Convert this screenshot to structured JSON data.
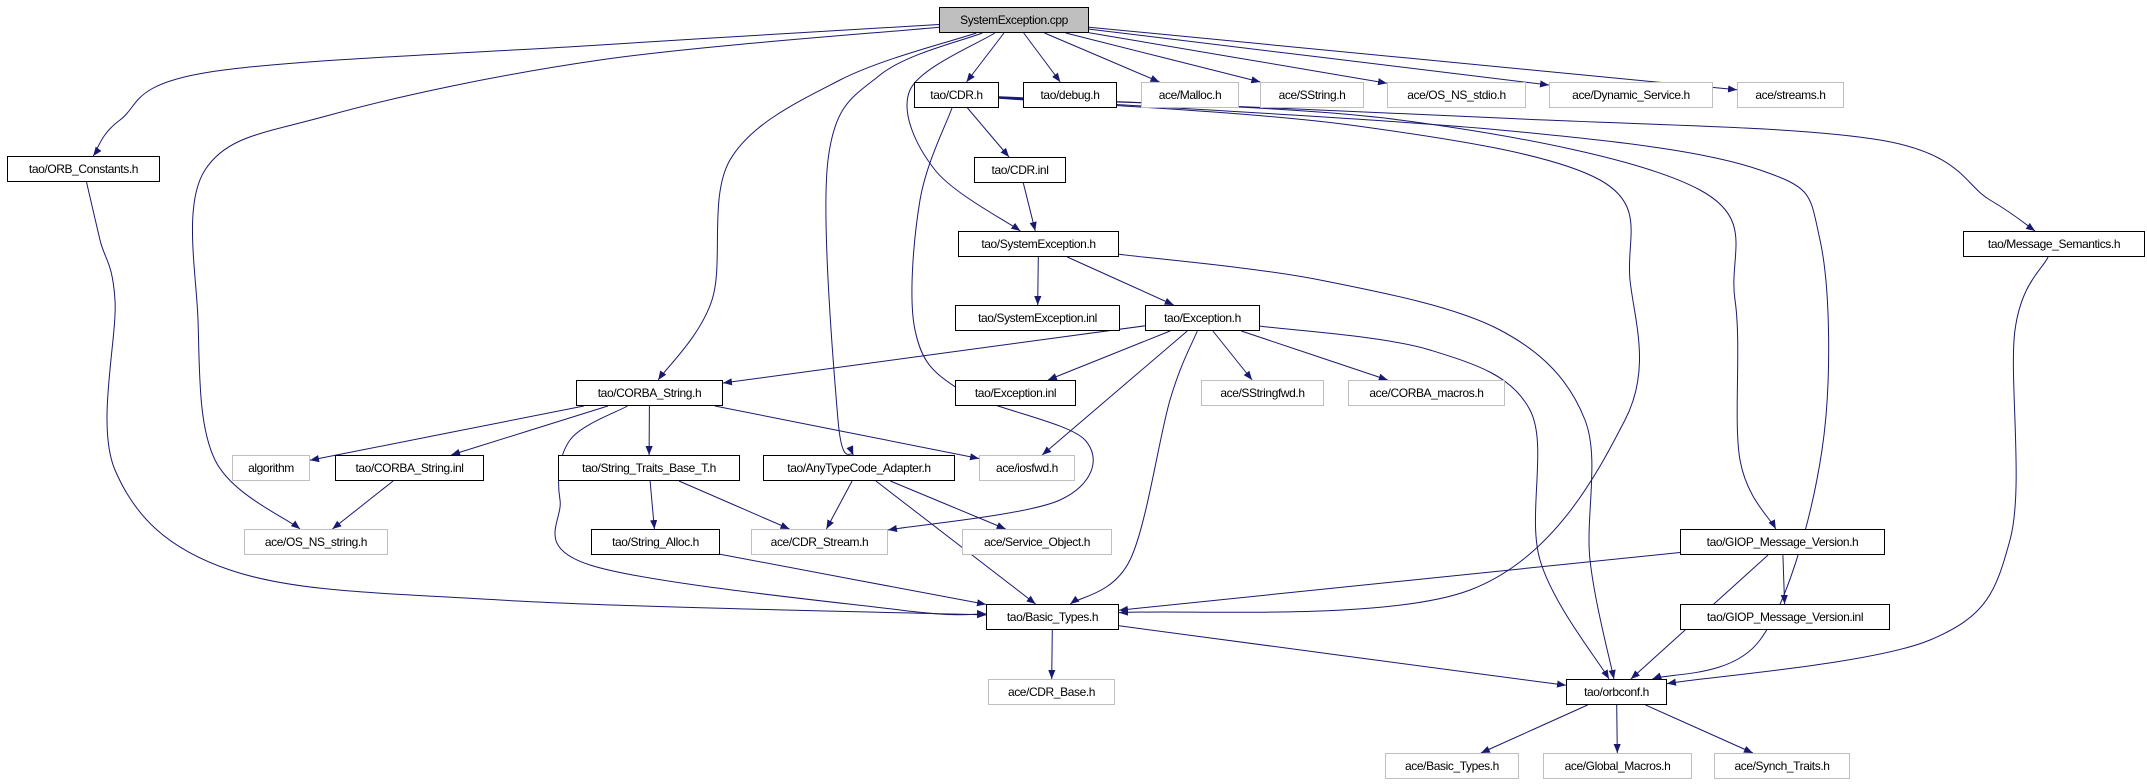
{
  "graph": {
    "root": "cpp",
    "edge_color": "#191970",
    "root_fill": "#bfbfbf",
    "nodes": [
      {
        "id": "cpp",
        "label": "SystemException.cpp",
        "documented": true
      },
      {
        "id": "orb_constants",
        "label": "tao/ORB_Constants.h",
        "documented": true
      },
      {
        "id": "cdr_h",
        "label": "tao/CDR.h",
        "documented": true
      },
      {
        "id": "debug",
        "label": "tao/debug.h",
        "documented": true
      },
      {
        "id": "malloc",
        "label": "ace/Malloc.h",
        "documented": false
      },
      {
        "id": "sstring",
        "label": "ace/SString.h",
        "documented": false
      },
      {
        "id": "os_ns_stdio",
        "label": "ace/OS_NS_stdio.h",
        "documented": false
      },
      {
        "id": "dynamic_service",
        "label": "ace/Dynamic_Service.h",
        "documented": false
      },
      {
        "id": "streams",
        "label": "ace/streams.h",
        "documented": false
      },
      {
        "id": "cdr_inl",
        "label": "tao/CDR.inl",
        "documented": true
      },
      {
        "id": "sysexc_h",
        "label": "tao/SystemException.h",
        "documented": true
      },
      {
        "id": "msg_sem",
        "label": "tao/Message_Semantics.h",
        "documented": true
      },
      {
        "id": "sysexc_inl",
        "label": "tao/SystemException.inl",
        "documented": true
      },
      {
        "id": "exception_h",
        "label": "tao/Exception.h",
        "documented": true
      },
      {
        "id": "corba_string_h",
        "label": "tao/CORBA_String.h",
        "documented": true
      },
      {
        "id": "exception_inl",
        "label": "tao/Exception.inl",
        "documented": true
      },
      {
        "id": "sstringfwd",
        "label": "ace/SStringfwd.h",
        "documented": false
      },
      {
        "id": "corba_macros",
        "label": "ace/CORBA_macros.h",
        "documented": false
      },
      {
        "id": "algorithm",
        "label": "algorithm",
        "documented": false
      },
      {
        "id": "corba_string_inl",
        "label": "tao/CORBA_String.inl",
        "documented": true
      },
      {
        "id": "string_traits",
        "label": "tao/String_Traits_Base_T.h",
        "documented": true
      },
      {
        "id": "anytypecode",
        "label": "tao/AnyTypeCode_Adapter.h",
        "documented": true
      },
      {
        "id": "iosfwd",
        "label": "ace/iosfwd.h",
        "documented": false
      },
      {
        "id": "os_ns_string",
        "label": "ace/OS_NS_string.h",
        "documented": false
      },
      {
        "id": "string_alloc",
        "label": "tao/String_Alloc.h",
        "documented": true
      },
      {
        "id": "cdr_stream",
        "label": "ace/CDR_Stream.h",
        "documented": false
      },
      {
        "id": "service_object",
        "label": "ace/Service_Object.h",
        "documented": false
      },
      {
        "id": "giop_h",
        "label": "tao/GIOP_Message_Version.h",
        "documented": true
      },
      {
        "id": "basic_types",
        "label": "tao/Basic_Types.h",
        "documented": true
      },
      {
        "id": "giop_inl",
        "label": "tao/GIOP_Message_Version.inl",
        "documented": true
      },
      {
        "id": "cdr_base",
        "label": "ace/CDR_Base.h",
        "documented": false
      },
      {
        "id": "orbconf",
        "label": "tao/orbconf.h",
        "documented": true
      },
      {
        "id": "ace_basic_types",
        "label": "ace/Basic_Types.h",
        "documented": false
      },
      {
        "id": "global_macros",
        "label": "ace/Global_Macros.h",
        "documented": false
      },
      {
        "id": "synch_traits",
        "label": "ace/Synch_Traits.h",
        "documented": false
      }
    ],
    "edges": [
      [
        "cpp",
        "orb_constants"
      ],
      [
        "cpp",
        "os_ns_string"
      ],
      [
        "cpp",
        "corba_string_h"
      ],
      [
        "cpp",
        "anytypecode"
      ],
      [
        "cpp",
        "sysexc_h"
      ],
      [
        "cpp",
        "cdr_h"
      ],
      [
        "cpp",
        "debug"
      ],
      [
        "cpp",
        "malloc"
      ],
      [
        "cpp",
        "sstring"
      ],
      [
        "cpp",
        "os_ns_stdio"
      ],
      [
        "cpp",
        "dynamic_service"
      ],
      [
        "cpp",
        "streams"
      ],
      [
        "cdr_h",
        "cdr_inl"
      ],
      [
        "cdr_h",
        "cdr_stream"
      ],
      [
        "cdr_h",
        "basic_types"
      ],
      [
        "cdr_h",
        "giop_h"
      ],
      [
        "cdr_h",
        "orbconf"
      ],
      [
        "cdr_h",
        "msg_sem"
      ],
      [
        "cdr_inl",
        "sysexc_h"
      ],
      [
        "sysexc_h",
        "sysexc_inl"
      ],
      [
        "sysexc_h",
        "exception_h"
      ],
      [
        "sysexc_h",
        "orbconf"
      ],
      [
        "exception_h",
        "corba_string_h"
      ],
      [
        "exception_h",
        "exception_inl"
      ],
      [
        "exception_h",
        "iosfwd"
      ],
      [
        "exception_h",
        "sstringfwd"
      ],
      [
        "exception_h",
        "corba_macros"
      ],
      [
        "exception_h",
        "basic_types"
      ],
      [
        "exception_h",
        "orbconf"
      ],
      [
        "corba_string_h",
        "algorithm"
      ],
      [
        "corba_string_h",
        "corba_string_inl"
      ],
      [
        "corba_string_h",
        "string_traits"
      ],
      [
        "corba_string_h",
        "iosfwd"
      ],
      [
        "corba_string_h",
        "basic_types"
      ],
      [
        "corba_string_inl",
        "os_ns_string"
      ],
      [
        "string_traits",
        "string_alloc"
      ],
      [
        "string_traits",
        "cdr_stream"
      ],
      [
        "anytypecode",
        "cdr_stream"
      ],
      [
        "anytypecode",
        "basic_types"
      ],
      [
        "anytypecode",
        "service_object"
      ],
      [
        "string_alloc",
        "basic_types"
      ],
      [
        "orb_constants",
        "basic_types"
      ],
      [
        "giop_h",
        "basic_types"
      ],
      [
        "giop_h",
        "giop_inl"
      ],
      [
        "giop_h",
        "orbconf"
      ],
      [
        "basic_types",
        "cdr_base"
      ],
      [
        "basic_types",
        "orbconf"
      ],
      [
        "msg_sem",
        "orbconf"
      ],
      [
        "orbconf",
        "ace_basic_types"
      ],
      [
        "orbconf",
        "global_macros"
      ],
      [
        "orbconf",
        "synch_traits"
      ]
    ]
  }
}
